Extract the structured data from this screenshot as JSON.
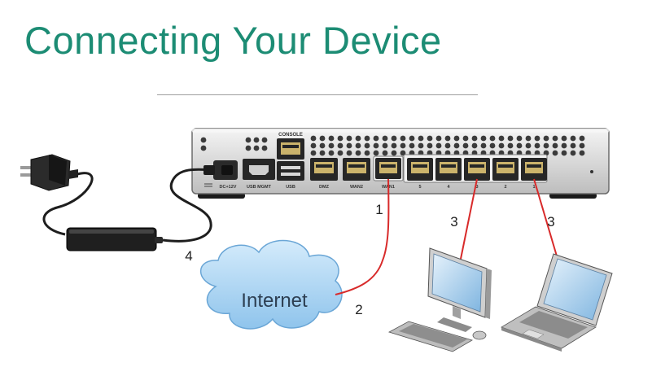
{
  "title": "Connecting Your Device",
  "colors": {
    "title": "#1c8c74",
    "cable_red": "#d82a2a",
    "cable_black": "#1e1e1e",
    "device_body": "#d8d8d8",
    "cloud_blue": "#a9d3f2"
  },
  "device": {
    "top_label": "CONSOLE",
    "power_label": "DC+12V",
    "port_labels": [
      "USB MGMT",
      "USB",
      "DMZ",
      "WAN2",
      "WAN1",
      "5",
      "4",
      "3",
      "2",
      "1"
    ]
  },
  "cloud": {
    "label": "Internet"
  },
  "callouts": {
    "wan": "1",
    "internet": "2",
    "desktop": "3",
    "laptop": "3",
    "power": "4"
  },
  "icons": [
    "power-plug-icon",
    "power-adapter-icon",
    "internet-cloud-icon",
    "desktop-computer-icon",
    "laptop-icon"
  ]
}
